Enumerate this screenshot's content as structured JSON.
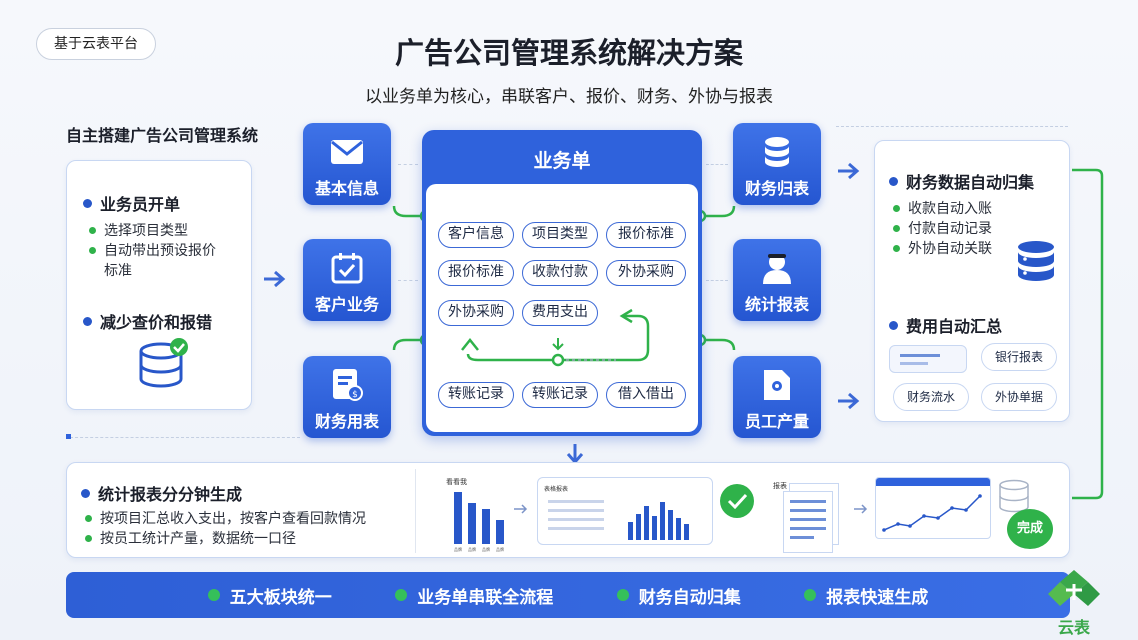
{
  "header": {
    "tag": "基于云表平台",
    "title": "广告公司管理系统解决方案",
    "subtitle": "以业务单为核心，串联客户、报价、财务、外协与报表"
  },
  "left_panel": {
    "section_label": "自主搭建广告公司管理系统",
    "block1_title": "业务员开单",
    "block1_items": [
      "选择项目类型",
      "自动带出预设报价",
      "标准"
    ],
    "block2_title": "减少查价和报错"
  },
  "modules_left": [
    {
      "label": "基本信息",
      "icon": "envelope-icon"
    },
    {
      "label": "客户业务",
      "icon": "calendar-check-icon"
    },
    {
      "label": "财务用表",
      "icon": "finance-doc-icon"
    }
  ],
  "modules_right": [
    {
      "label": "财务归表",
      "icon": "database-icon"
    },
    {
      "label": "统计报表",
      "icon": "user-icon"
    },
    {
      "label": "员工产量",
      "icon": "gear-doc-icon"
    }
  ],
  "business_order": {
    "title": "业务单",
    "row1": [
      "客户信息",
      "项目类型",
      "报价标准"
    ],
    "row2": [
      "报价标准",
      "收款付款",
      "外协采购"
    ],
    "row3": [
      "外协采购",
      "费用支出"
    ],
    "row4": [
      "转账记录",
      "转账记录",
      "借入借出"
    ]
  },
  "right_panel": {
    "block1_title": "财务数据自动归集",
    "block1_items": [
      "收款自动入账",
      "付款自动记录",
      "外协自动关联"
    ],
    "block2_title": "费用自动汇总",
    "mini_tiles": [
      "银行报表",
      "财务流水",
      "外协单据"
    ]
  },
  "stats": {
    "title": "统计报表分分钟生成",
    "items": [
      "按项目汇总收入支出，按客户查看回款情况",
      "按员工统计产量，数据统一口径"
    ],
    "chart1_title": "看看我",
    "chart1_xlabels": [
      "品牌",
      "品牌",
      "品牌",
      "品牌"
    ],
    "card2_title": "表格报表",
    "card3_title": "报表",
    "done_label": "完成"
  },
  "footer": {
    "items": [
      "五大板块统一",
      "业务单串联全流程",
      "财务自动归集",
      "报表快速生成"
    ]
  },
  "logo": {
    "text": "云表"
  },
  "colors": {
    "primary": "#2f62dc",
    "accent_green": "#2fb24a",
    "text_dark": "#1b1f2a"
  }
}
